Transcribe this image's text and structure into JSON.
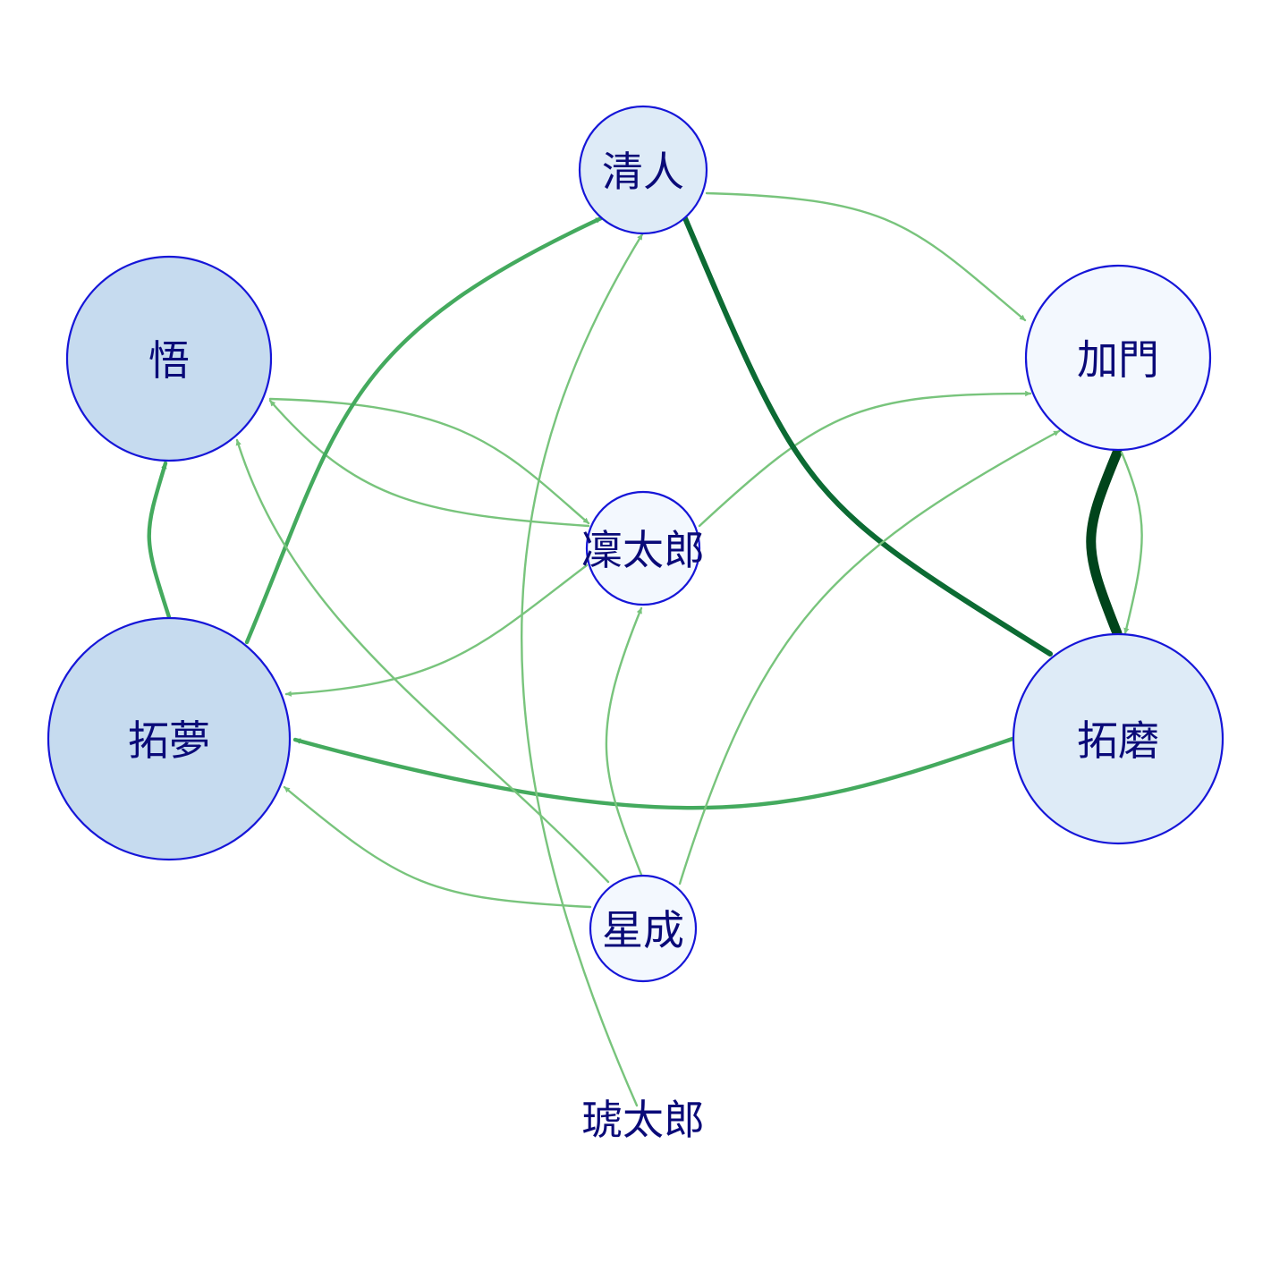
{
  "colors": {
    "node_stroke": "#1616d8",
    "label": "#0a0a78",
    "edge_light": "#78c47c",
    "edge_mid": "#44aa5e",
    "edge_dark": "#0c6b33",
    "edge_darkest": "#00441b",
    "fill_dark": "#c6dbef",
    "fill_mid": "#deebf7",
    "fill_light": "#f3f8fe"
  },
  "nodes": [
    {
      "id": "kiyoto",
      "label": "清人",
      "fill": "#deebf7"
    },
    {
      "id": "satoru",
      "label": "悟",
      "fill": "#c6dbef"
    },
    {
      "id": "kamon",
      "label": "加門",
      "fill": "#f3f8fe"
    },
    {
      "id": "rintaro",
      "label": "凜太郎",
      "fill": "#f3f8fe"
    },
    {
      "id": "takumu",
      "label": "拓夢",
      "fill": "#c6dbef"
    },
    {
      "id": "takuma",
      "label": "拓磨",
      "fill": "#deebf7"
    },
    {
      "id": "seisei",
      "label": "星成",
      "fill": "#f3f8fe"
    },
    {
      "id": "kotaro",
      "label": "琥太郎",
      "fill": "none"
    }
  ],
  "edges": [
    {
      "from": "kiyoto",
      "to": "kamon",
      "weight": 1
    },
    {
      "from": "satoru",
      "to": "rintaro",
      "weight": 1
    },
    {
      "from": "rintaro",
      "to": "satoru",
      "weight": 1
    },
    {
      "from": "rintaro",
      "to": "kamon",
      "weight": 1
    },
    {
      "from": "rintaro",
      "to": "takumu",
      "weight": 1
    },
    {
      "from": "takumu",
      "to": "satoru",
      "weight": 2
    },
    {
      "from": "takumu",
      "to": "kiyoto",
      "weight": 2
    },
    {
      "from": "takuma",
      "to": "kiyoto",
      "weight": 3
    },
    {
      "from": "takuma",
      "to": "takumu",
      "weight": 2
    },
    {
      "from": "kamon",
      "to": "takuma",
      "weight": 4
    },
    {
      "from": "takuma",
      "to": "kamon",
      "weight": 1
    },
    {
      "from": "seisei",
      "to": "satoru",
      "weight": 1
    },
    {
      "from": "seisei",
      "to": "rintaro",
      "weight": 1
    },
    {
      "from": "seisei",
      "to": "kamon",
      "weight": 1
    },
    {
      "from": "seisei",
      "to": "takumu",
      "weight": 1
    },
    {
      "from": "kotaro",
      "to": "kiyoto",
      "weight": 1
    }
  ]
}
